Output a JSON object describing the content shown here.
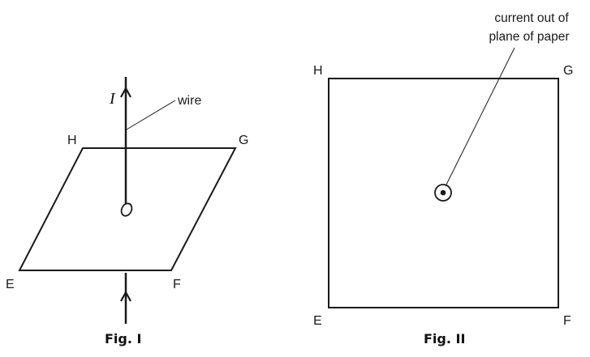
{
  "fig1": {
    "current_symbol": "I",
    "wire_label": "wire",
    "vertices": {
      "H": "H",
      "G": "G",
      "E": "E",
      "F": "F"
    },
    "caption": "Fig. I"
  },
  "fig2": {
    "annotation_line1": "current out of",
    "annotation_line2": "plane of paper",
    "vertices": {
      "H": "H",
      "G": "G",
      "E": "E",
      "F": "F"
    },
    "caption": "Fig. II"
  },
  "colors": {
    "ink": "#1a1a1a",
    "background": "#ffffff"
  }
}
